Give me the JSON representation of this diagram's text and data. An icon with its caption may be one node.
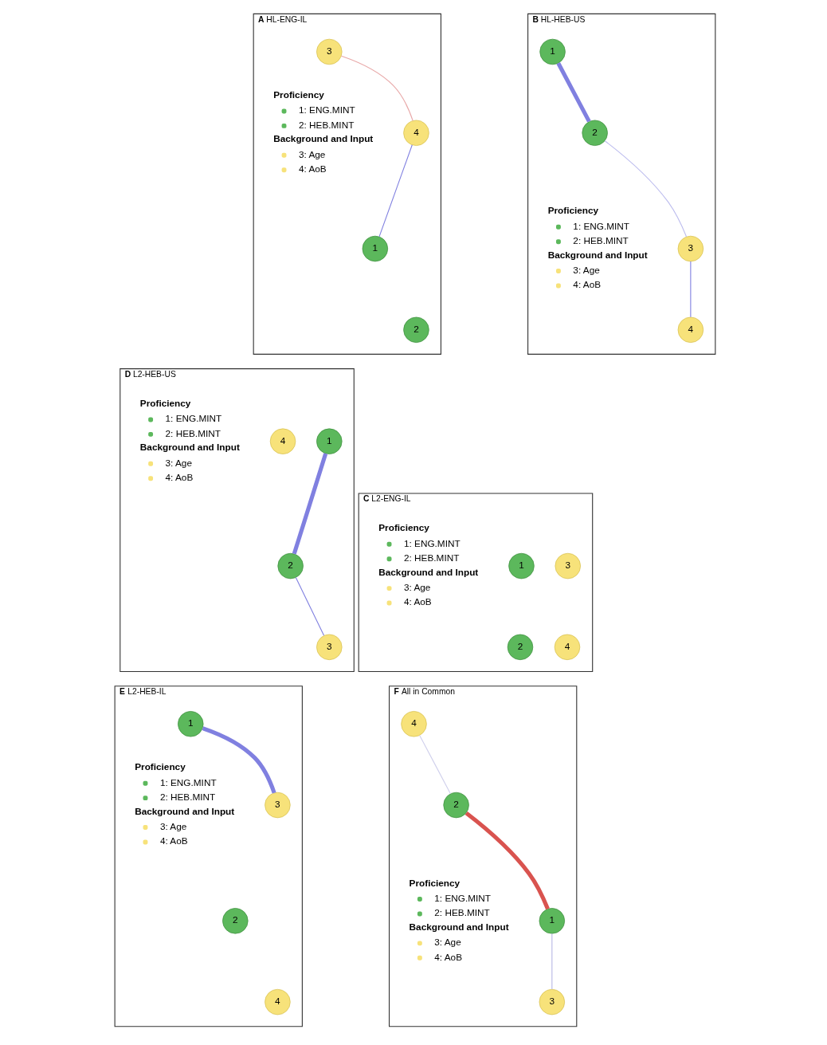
{
  "diagram": {
    "nodes": [
      {
        "text": [
          "A",
          "HL-ENG-IL"
        ]
      },
      {
        "text": [
          "1"
        ],
        "in": 0
      },
      {
        "text": [
          "2"
        ],
        "in": 0
      },
      {
        "text": [
          "3"
        ],
        "in": 0
      },
      {
        "text": [
          "4"
        ],
        "in": 0
      },
      {
        "text": [
          "B",
          "HL-HEB-US"
        ]
      },
      {
        "text": [
          "1"
        ],
        "in": 5
      },
      {
        "text": [
          "2"
        ],
        "in": 5
      },
      {
        "text": [
          "3"
        ],
        "in": 5
      },
      {
        "text": [
          "4"
        ],
        "in": 5
      },
      {
        "text": [
          "C",
          "L2-ENG-IL"
        ]
      },
      {
        "text": [
          "1"
        ],
        "in": 10
      },
      {
        "text": [
          "2"
        ],
        "in": 10
      },
      {
        "text": [
          "3"
        ],
        "in": 10
      },
      {
        "text": [
          "4"
        ],
        "in": 10
      },
      {
        "text": [
          "D",
          "L2-HEB-US"
        ]
      },
      {
        "text": [
          "1"
        ],
        "in": 15
      },
      {
        "text": [
          "2"
        ],
        "in": 15
      },
      {
        "text": [
          "3"
        ],
        "in": 15
      },
      {
        "text": [
          "4"
        ],
        "in": 15
      },
      {
        "text": [
          "E",
          "L2-HEB-IL"
        ]
      },
      {
        "text": [
          "1"
        ],
        "in": 20
      },
      {
        "text": [
          "2"
        ],
        "in": 20
      },
      {
        "text": [
          "3"
        ],
        "in": 20
      },
      {
        "text": [
          "4"
        ],
        "in": 20
      },
      {
        "text": [
          "F",
          "All in Common"
        ]
      },
      {
        "text": [
          "1"
        ],
        "in": 25
      },
      {
        "text": [
          "2"
        ],
        "in": 25
      },
      {
        "text": [
          "3"
        ],
        "in": 25
      },
      {
        "text": [
          "4"
        ],
        "in": 25
      }
    ],
    "edges": [
      {
        "from": 3,
        "to": 4,
        "arrow": "none",
        "color": "#e8a8a8"
      },
      {
        "from": 4,
        "to": 1,
        "arrow": "none"
      },
      {
        "from": 6,
        "to": 7,
        "arrow": "none",
        "style": "thick"
      },
      {
        "from": 7,
        "to": 8,
        "arrow": "none",
        "color": "#bcbcee"
      },
      {
        "from": 8,
        "to": 9,
        "arrow": "none"
      },
      {
        "from": 16,
        "to": 17,
        "arrow": "none",
        "style": "thick"
      },
      {
        "from": 17,
        "to": 18,
        "arrow": "none"
      },
      {
        "from": 21,
        "to": 23,
        "arrow": "none",
        "style": "thick"
      },
      {
        "from": 29,
        "to": 27,
        "arrow": "none",
        "color": "#d0d0ec"
      },
      {
        "from": 27,
        "to": 26,
        "arrow": "none",
        "style": "thick",
        "color": "#d9534f"
      },
      {
        "from": 26,
        "to": 28,
        "arrow": "none",
        "color": "#b8b8e4"
      }
    ],
    "labels": [
      "Proficiency",
      "Background and Input",
      "Proficiency",
      "Background and Input",
      "Proficiency",
      "Background and Input",
      "Proficiency",
      "Background and Input",
      "Proficiency",
      "Background and Input",
      "Proficiency",
      "Background and Input"
    ],
    "legend": [
      {
        "text": "1: ENG.MINT",
        "color": "#5cb85c"
      },
      {
        "text": "2: HEB.MINT",
        "color": "#5cb85c"
      },
      {
        "text": "3: Age",
        "color": "#f7e27a"
      },
      {
        "text": "4: AoB",
        "color": "#f7e27a"
      },
      {
        "text": "1: ENG.MINT",
        "color": "#5cb85c"
      },
      {
        "text": "2: HEB.MINT",
        "color": "#5cb85c"
      },
      {
        "text": "3: Age",
        "color": "#f7e27a"
      },
      {
        "text": "4: AoB",
        "color": "#f7e27a"
      },
      {
        "text": "1: ENG.MINT",
        "color": "#5cb85c"
      },
      {
        "text": "2: HEB.MINT",
        "color": "#5cb85c"
      },
      {
        "text": "3: Age",
        "color": "#f7e27a"
      },
      {
        "text": "4: AoB",
        "color": "#f7e27a"
      },
      {
        "text": "1: ENG.MINT",
        "color": "#5cb85c"
      },
      {
        "text": "2: HEB.MINT",
        "color": "#5cb85c"
      },
      {
        "text": "3: Age",
        "color": "#f7e27a"
      },
      {
        "text": "4: AoB",
        "color": "#f7e27a"
      },
      {
        "text": "1: ENG.MINT",
        "color": "#5cb85c"
      },
      {
        "text": "2: HEB.MINT",
        "color": "#5cb85c"
      },
      {
        "text": "3: Age",
        "color": "#f7e27a"
      },
      {
        "text": "4: AoB",
        "color": "#f7e27a"
      },
      {
        "text": "1: ENG.MINT",
        "color": "#5cb85c"
      },
      {
        "text": "2: HEB.MINT",
        "color": "#5cb85c"
      },
      {
        "text": "3: Age",
        "color": "#f7e27a"
      },
      {
        "text": "4: AoB",
        "color": "#f7e27a"
      }
    ]
  }
}
